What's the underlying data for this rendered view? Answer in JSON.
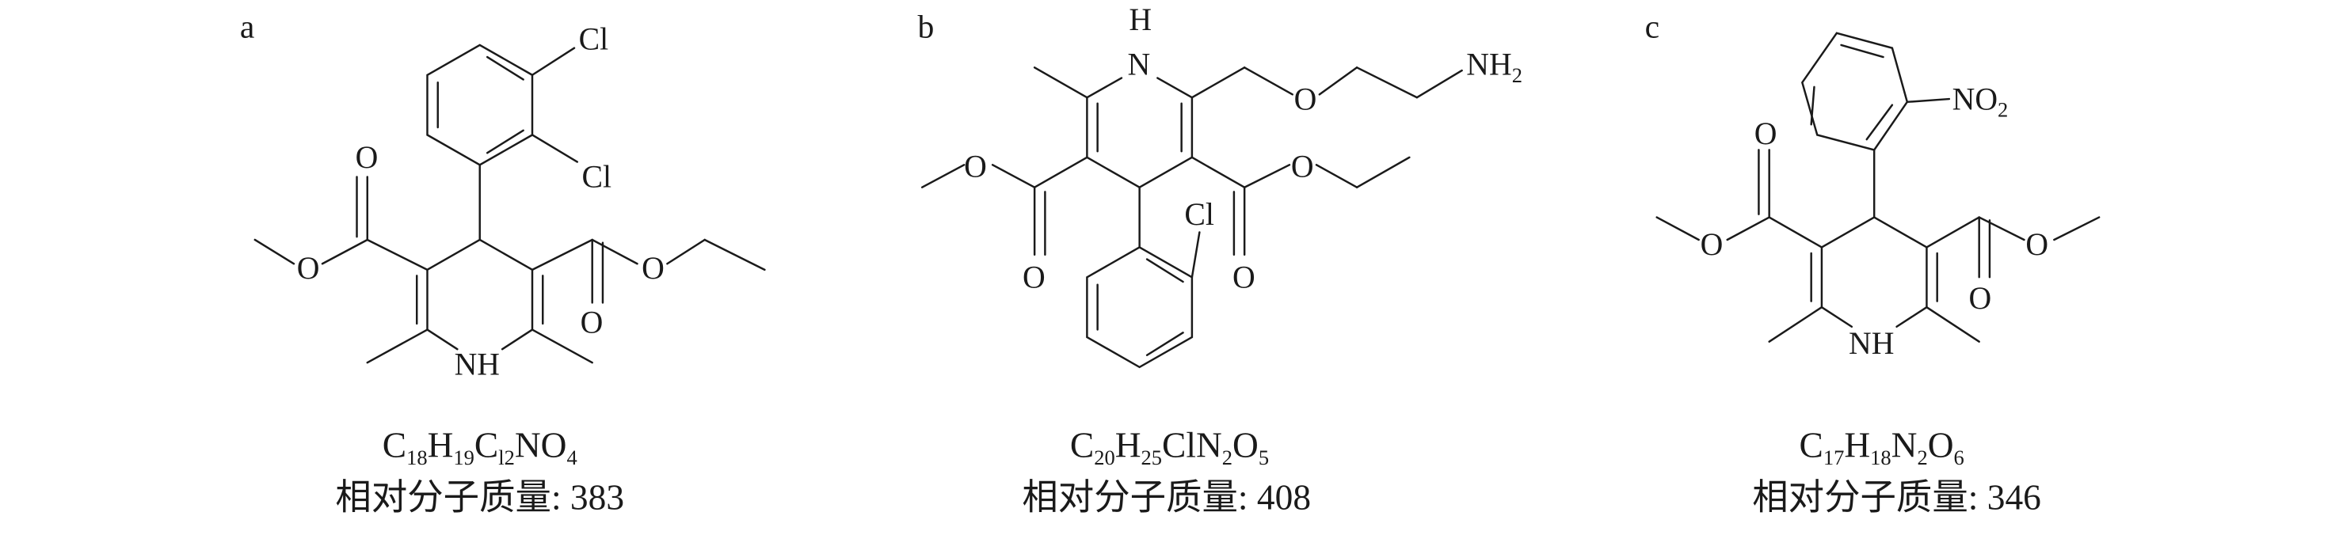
{
  "compounds": [
    {
      "label": "a",
      "formula": {
        "p1": "C",
        "s1": "18",
        "p2": "H",
        "s2": "19",
        "p3": "C",
        "s3": "l2",
        "p4": "NO",
        "s4": "4"
      },
      "mass_text": "相对分子质量: 383",
      "atoms": {
        "cl1": "Cl",
        "cl2": "Cl",
        "o1": "O",
        "o2": "O",
        "o3": "O",
        "o4": "O",
        "nh": "NH"
      }
    },
    {
      "label": "b",
      "formula": {
        "p1": "C",
        "s1": "20",
        "p2": "H",
        "s2": "25",
        "p3": "ClN",
        "s3": "2",
        "p4": "O",
        "s4": "5"
      },
      "mass_text": "相对分子质量: 408",
      "atoms": {
        "h": "H",
        "n": "N",
        "o_ether": "O",
        "nh2": "NH",
        "nh2_sub": "2",
        "o1": "O",
        "o2": "O",
        "o3": "O",
        "o4": "O",
        "cl": "Cl"
      }
    },
    {
      "label": "c",
      "formula": {
        "p1": "C",
        "s1": "17",
        "p2": "H",
        "s2": "18",
        "p3": "N",
        "s3": "2",
        "p4": "O",
        "s4": "6"
      },
      "mass_text": "相对分子质量: 346",
      "atoms": {
        "no2": "NO",
        "no2_sub": "2",
        "o1": "O",
        "o2": "O",
        "o3": "O",
        "o4": "O",
        "nh": "NH"
      }
    }
  ]
}
